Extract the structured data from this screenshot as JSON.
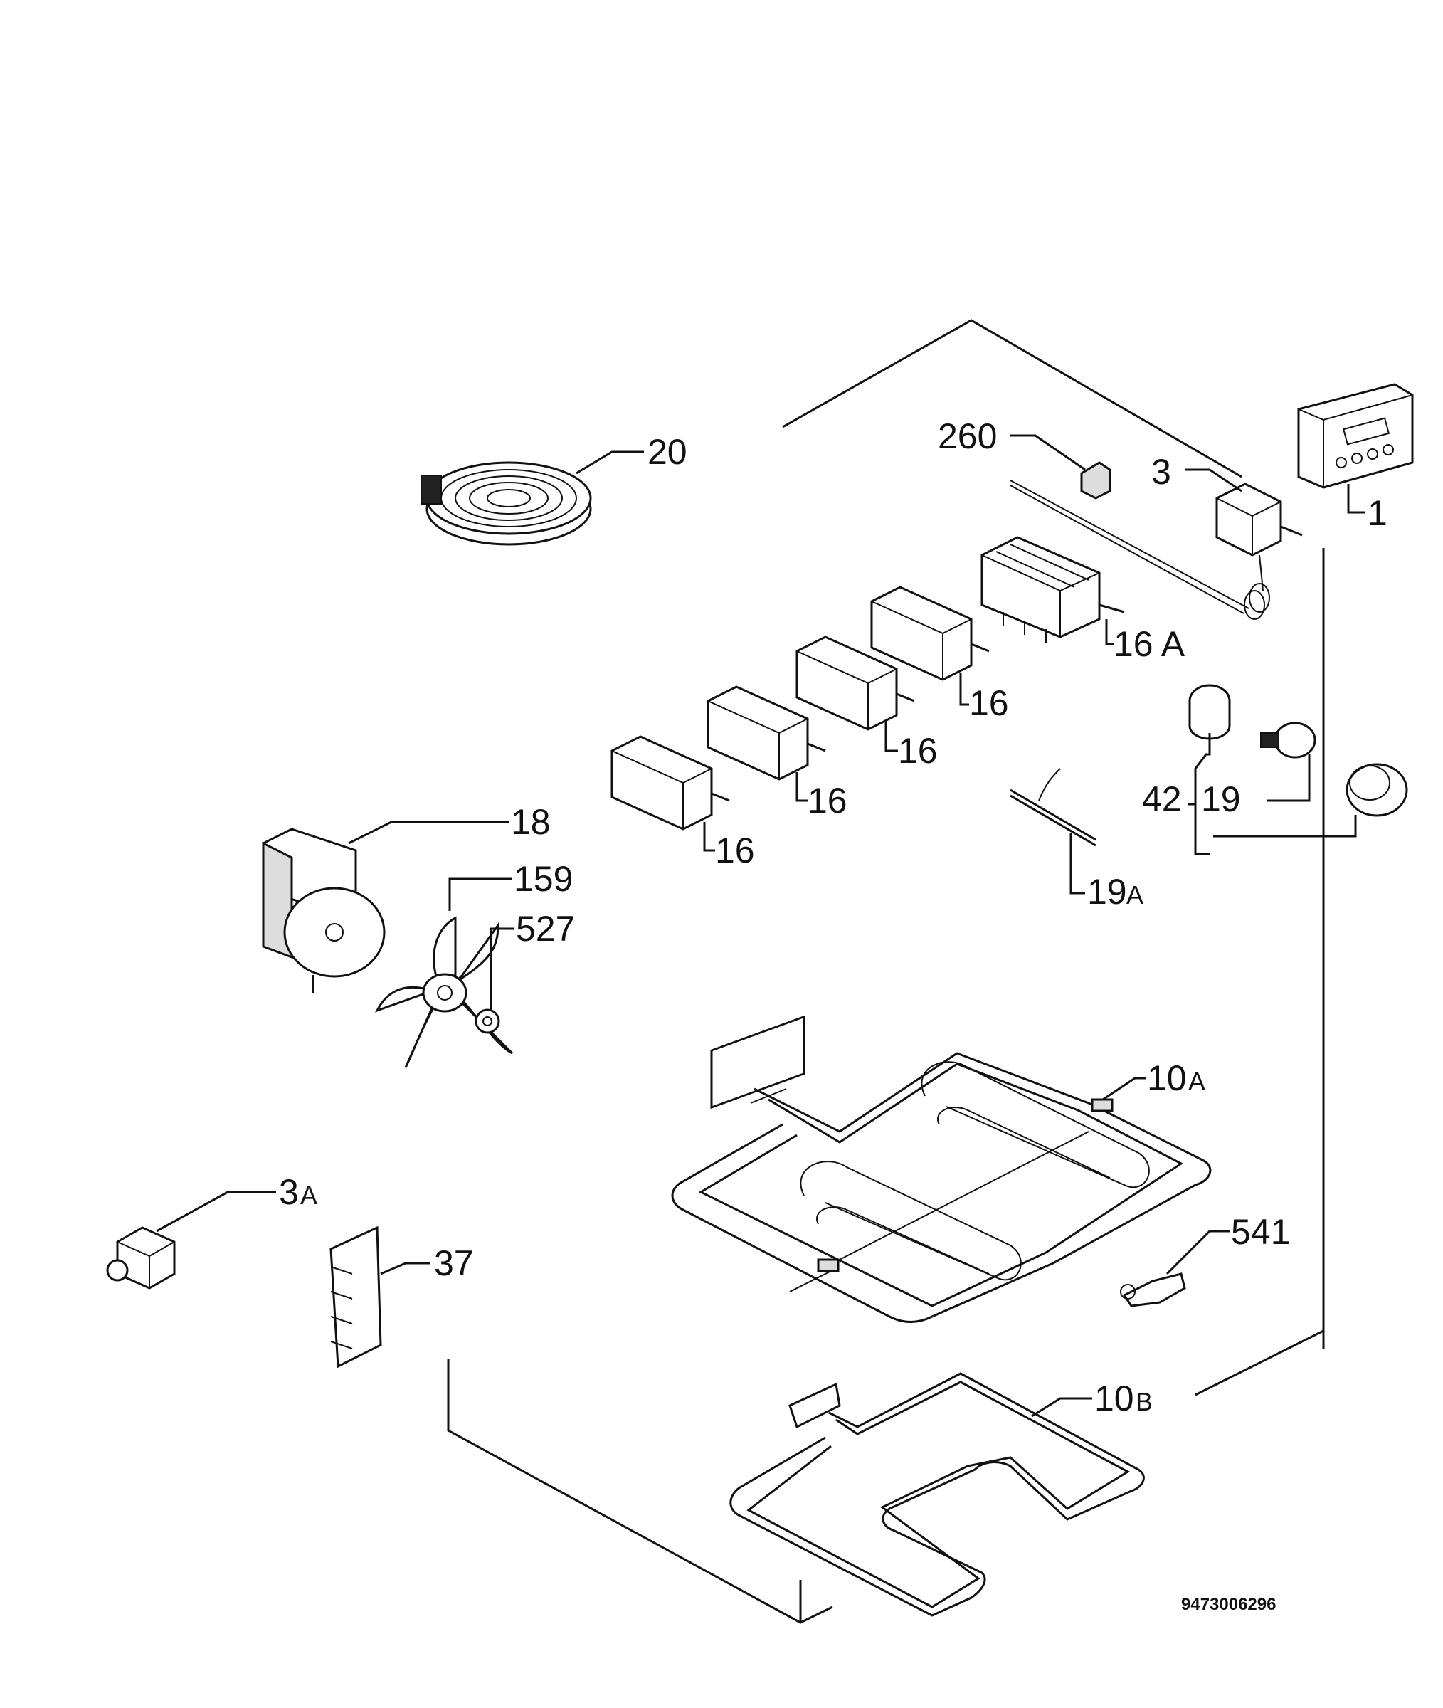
{
  "diagram": {
    "catalog_code": "9473006296",
    "labels": {
      "p1": "1",
      "p3": "3",
      "p3a": "3",
      "p3a_suffix": "A",
      "p10a": "10",
      "p10a_suffix": "A",
      "p10b": "10",
      "p10b_suffix": "B",
      "p16_1": "16",
      "p16_2": "16",
      "p16_3": "16",
      "p16_4": "16",
      "p16a": "16 A",
      "p18": "18",
      "p19": "19",
      "p19a": "19",
      "p19a_suffix": "A",
      "p20": "20",
      "p37": "37",
      "p42": "42",
      "p159": "159",
      "p260": "260",
      "p527": "527",
      "p541": "541"
    }
  }
}
